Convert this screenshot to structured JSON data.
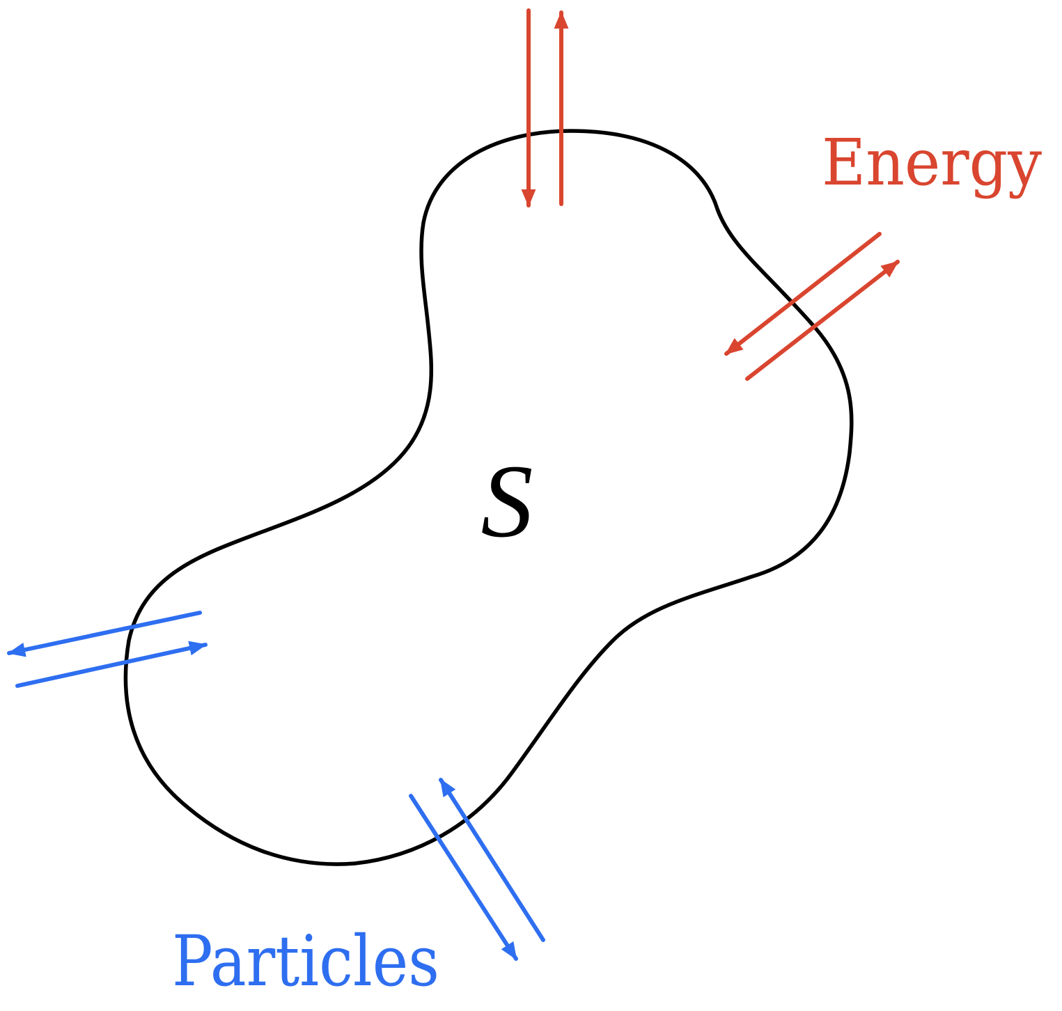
{
  "labels": {
    "system": "S",
    "energy": "Energy",
    "particles": "Particles"
  },
  "colors": {
    "boundary": "#000000",
    "energy": "#d9452f",
    "particles": "#2e6ef0",
    "background": "#ffffff"
  }
}
